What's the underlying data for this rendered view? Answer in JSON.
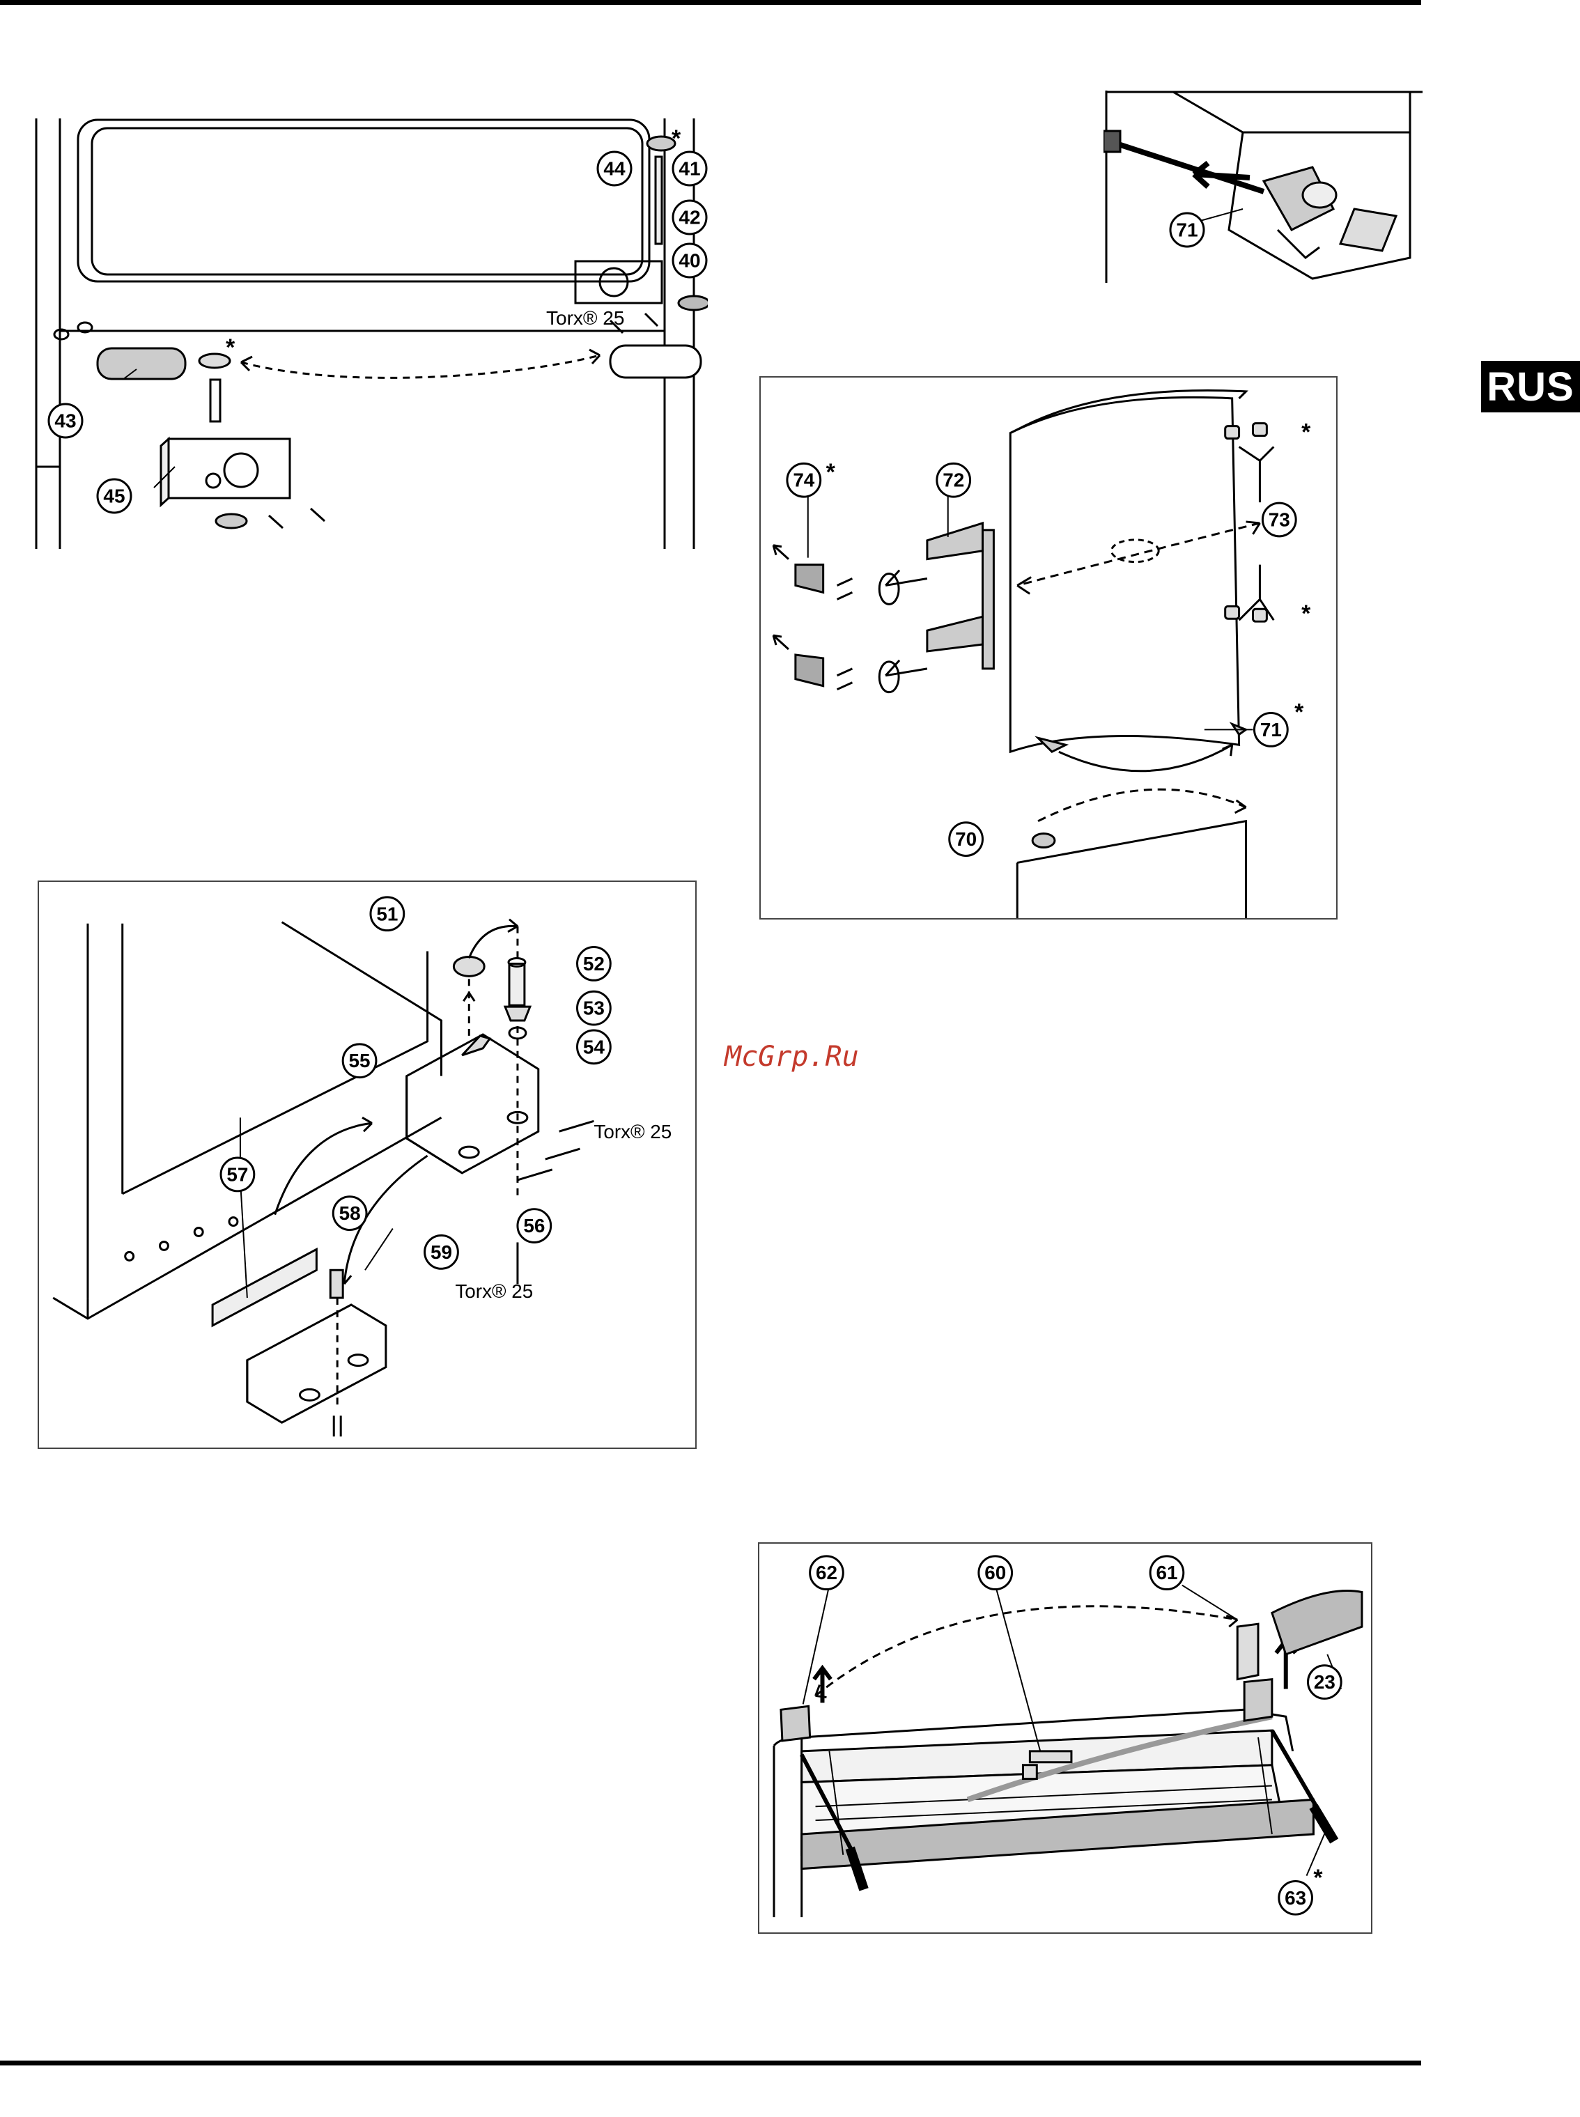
{
  "page": {
    "language_tab": "RUS",
    "watermark": "McGrp.Ru"
  },
  "fig_top_left": {
    "callouts": [
      "44",
      "41",
      "42",
      "40",
      "43",
      "45"
    ],
    "star": "*",
    "torx_label": "Torx® 25"
  },
  "fig_top_right": {
    "callouts": [
      "71"
    ]
  },
  "fig_mid_right": {
    "callouts": [
      "74",
      "72",
      "73",
      "71",
      "70"
    ],
    "star": "*"
  },
  "fig_mid_left": {
    "callouts": [
      "51",
      "52",
      "53",
      "54",
      "55",
      "57",
      "58",
      "56",
      "59"
    ],
    "torx_label_1": "Torx® 25",
    "torx_label_2": "Torx® 25"
  },
  "fig_bottom_right": {
    "callouts": [
      "62",
      "60",
      "61",
      "23",
      "63"
    ],
    "star": "*"
  }
}
